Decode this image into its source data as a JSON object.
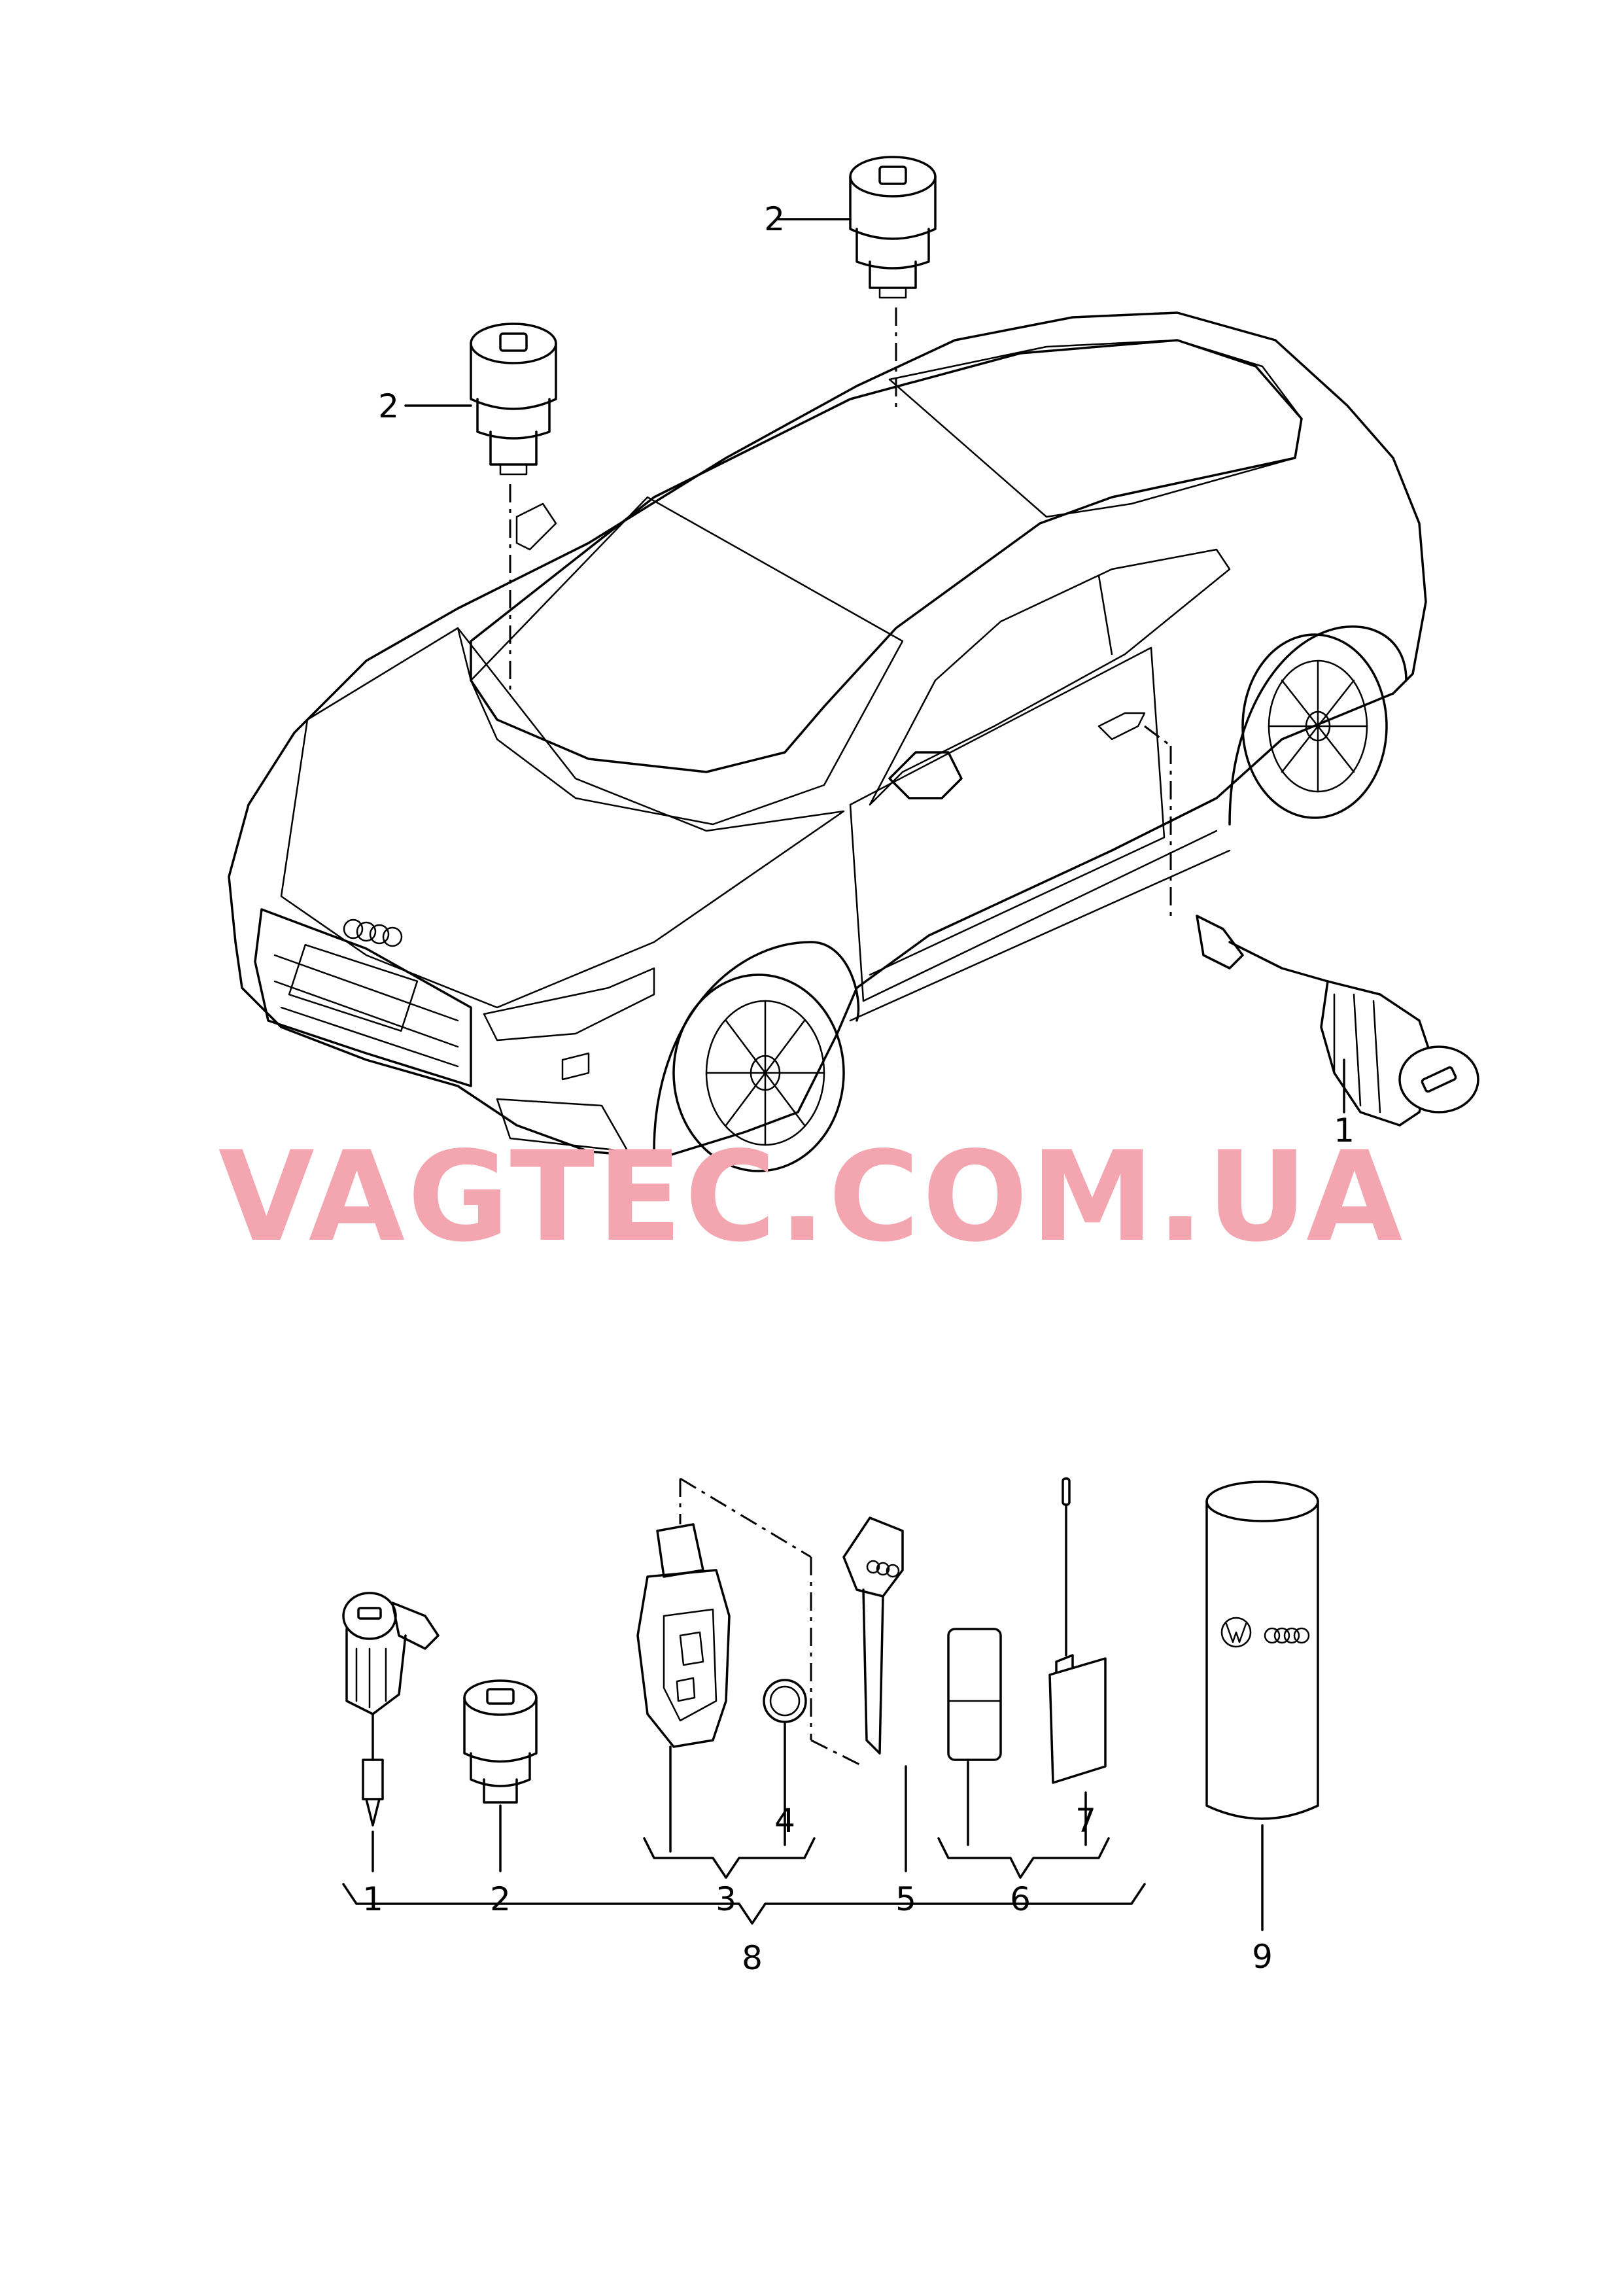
{
  "watermark": "VAGTEC.COM.UA",
  "callouts_top": {
    "cylinder_upper": "2",
    "cylinder_left": "2",
    "door_lock": "1"
  },
  "callouts_bottom": {
    "lock_cylinder_driver": "1",
    "lock_cylinder": "2",
    "remote_key": "3",
    "battery": "4",
    "emergency_key": "5",
    "key_card": "6",
    "key_tag": "7",
    "lock_set_group": "8",
    "touch_up_tube": "9"
  }
}
